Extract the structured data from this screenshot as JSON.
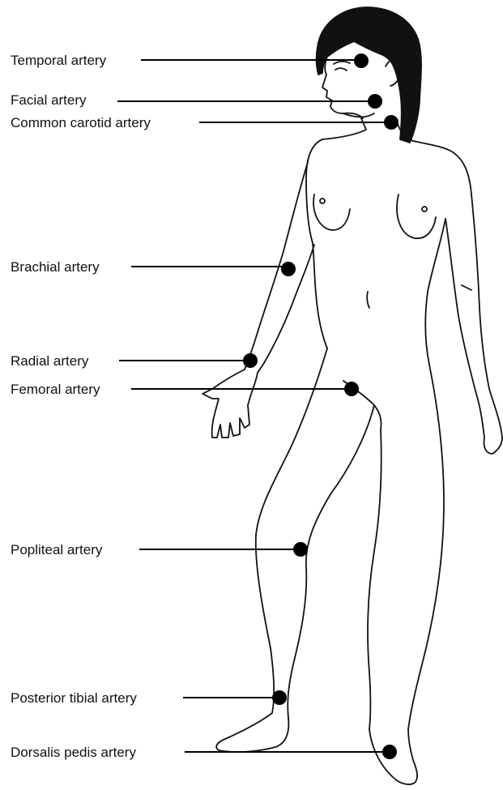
{
  "labels": {
    "temporal": "Temporal artery",
    "facial": "Facial artery",
    "carotid": "Common carotid artery",
    "brachial": "Brachial artery",
    "radial": "Radial artery",
    "femoral": "Femoral artery",
    "popliteal": "Popliteal artery",
    "posterior_tibial": "Posterior tibial artery",
    "dorsalis_pedis": "Dorsalis pedis artery"
  },
  "colors": {
    "ink": "#111111",
    "hair": "#111111",
    "pulse_dot": "#000000",
    "background": "#ffffff"
  }
}
